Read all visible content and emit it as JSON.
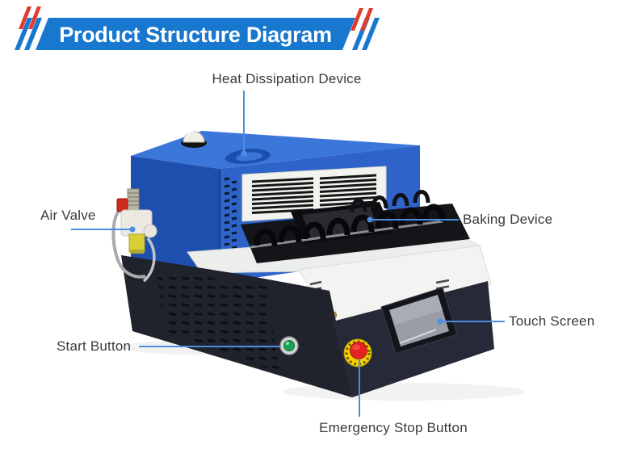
{
  "banner": {
    "title": "Product Structure Diagram",
    "bg_color": "#1878cf",
    "accent_red": "#e23a2e",
    "text_color": "#ffffff"
  },
  "labels": {
    "heat": {
      "text": "Heat Dissipation Device"
    },
    "air": {
      "text": "Air Valve"
    },
    "baking": {
      "text": "Baking Device"
    },
    "touch": {
      "text": "Touch Screen"
    },
    "start": {
      "text": "Start Button"
    },
    "estop": {
      "text": "Emergency Stop Button"
    }
  },
  "machine": {
    "parts": [
      "heat-dissipation-dome",
      "air-valve",
      "baking-device",
      "touch-screen",
      "start-button",
      "emergency-stop-button"
    ],
    "colors": {
      "leader_line": "#4a90e2",
      "label_text": "#3a3a3a",
      "machine_blue_front": "#2e63c9",
      "machine_blue_dark": "#1f4fae",
      "machine_blue_top": "#3b76d9",
      "base_dark": "#20222c",
      "estop_red": "#e32222",
      "estop_yellow": "#f2cf00",
      "start_green": "#17a457",
      "vent_panel_white": "#f2f2ee"
    }
  }
}
